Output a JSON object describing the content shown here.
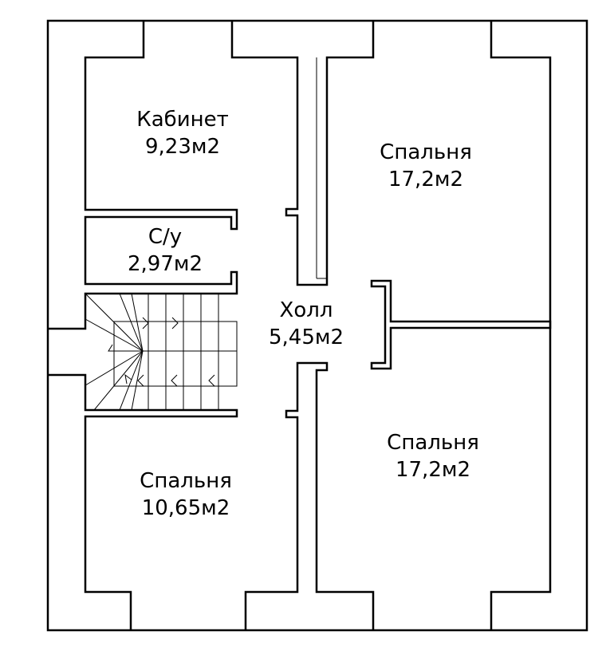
{
  "rooms": {
    "office": {
      "name": "Кабинет",
      "area": "9,23м2"
    },
    "bathroom": {
      "name": "С/у",
      "area": "2,97м2"
    },
    "hall": {
      "name": "Холл",
      "area": "5,45м2"
    },
    "bedroom_top_right": {
      "name": "Спальня",
      "area": "17,2м2"
    },
    "bedroom_bottom_right": {
      "name": "Спальня",
      "area": "17,2м2"
    },
    "bedroom_bottom_left": {
      "name": "Спальня",
      "area": "10,65м2"
    }
  },
  "colors": {
    "line": "#000000",
    "background": "#ffffff"
  }
}
